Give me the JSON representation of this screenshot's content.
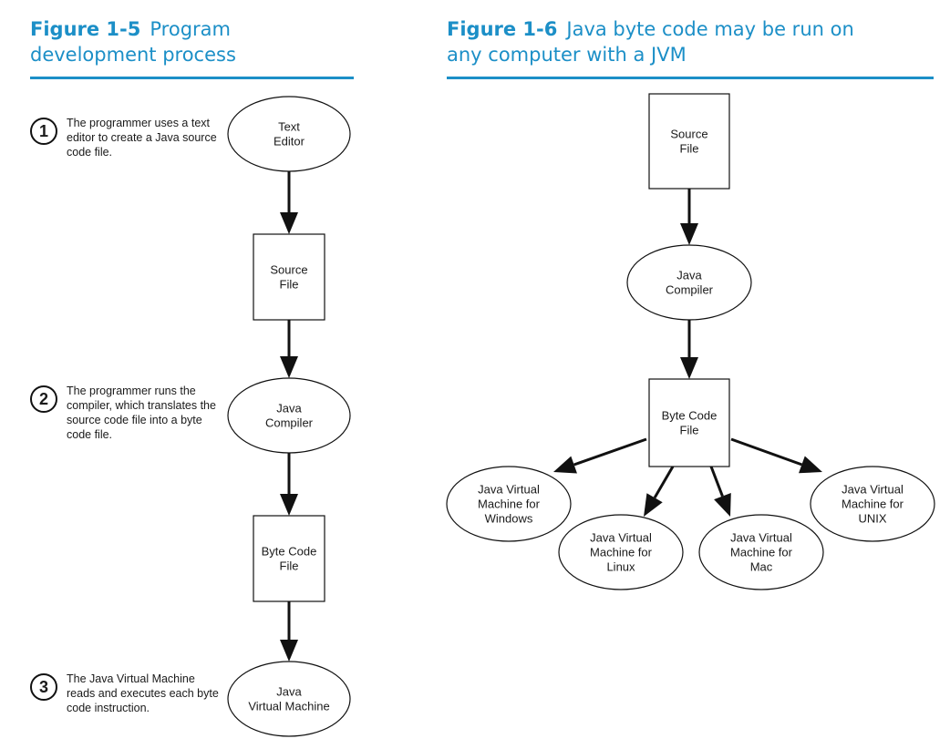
{
  "figure_5": {
    "number": "Figure 1-5",
    "caption_line1": "Program",
    "caption_line2": "development process",
    "steps": [
      {
        "number": "1",
        "text": "The programmer uses a text editor to create a Java source code file."
      },
      {
        "number": "2",
        "text": "The programmer runs the compiler, which translates the source code file into a byte code file."
      },
      {
        "number": "3",
        "text": "The Java Virtual Machine reads and executes each byte code instruction."
      }
    ],
    "nodes": [
      {
        "id": "text-editor",
        "shape": "ellipse",
        "lines": [
          "Text",
          "Editor"
        ]
      },
      {
        "id": "source-file",
        "shape": "rect",
        "lines": [
          "Source",
          "File"
        ]
      },
      {
        "id": "java-compiler",
        "shape": "ellipse",
        "lines": [
          "Java",
          "Compiler"
        ]
      },
      {
        "id": "byte-code-file",
        "shape": "rect",
        "lines": [
          "Byte Code",
          "File"
        ]
      },
      {
        "id": "java-vm",
        "shape": "ellipse",
        "lines": [
          "Java",
          "Virtual Machine"
        ]
      }
    ],
    "edges": [
      [
        "text-editor",
        "source-file"
      ],
      [
        "source-file",
        "java-compiler"
      ],
      [
        "java-compiler",
        "byte-code-file"
      ],
      [
        "byte-code-file",
        "java-vm"
      ]
    ]
  },
  "figure_6": {
    "number": "Figure 1-6",
    "caption_line1": "Java byte code may be run on",
    "caption_line2": "any computer with a JVM",
    "nodes": [
      {
        "id": "source-file",
        "shape": "rect",
        "lines": [
          "Source",
          "File"
        ]
      },
      {
        "id": "java-compiler",
        "shape": "ellipse",
        "lines": [
          "Java",
          "Compiler"
        ]
      },
      {
        "id": "byte-code-file",
        "shape": "rect",
        "lines": [
          "Byte Code",
          "File"
        ]
      },
      {
        "id": "jvm-windows",
        "shape": "ellipse",
        "lines": [
          "Java Virtual",
          "Machine for",
          "Windows"
        ]
      },
      {
        "id": "jvm-linux",
        "shape": "ellipse",
        "lines": [
          "Java Virtual",
          "Machine for",
          "Linux"
        ]
      },
      {
        "id": "jvm-mac",
        "shape": "ellipse",
        "lines": [
          "Java Virtual",
          "Machine for",
          "Mac"
        ]
      },
      {
        "id": "jvm-unix",
        "shape": "ellipse",
        "lines": [
          "Java Virtual",
          "Machine for",
          "UNIX"
        ]
      }
    ],
    "edges": [
      [
        "source-file",
        "java-compiler"
      ],
      [
        "java-compiler",
        "byte-code-file"
      ],
      [
        "byte-code-file",
        "jvm-windows"
      ],
      [
        "byte-code-file",
        "jvm-linux"
      ],
      [
        "byte-code-file",
        "jvm-mac"
      ],
      [
        "byte-code-file",
        "jvm-unix"
      ]
    ]
  },
  "colors": {
    "heading": "#1c8fc7",
    "stroke": "#111111"
  }
}
